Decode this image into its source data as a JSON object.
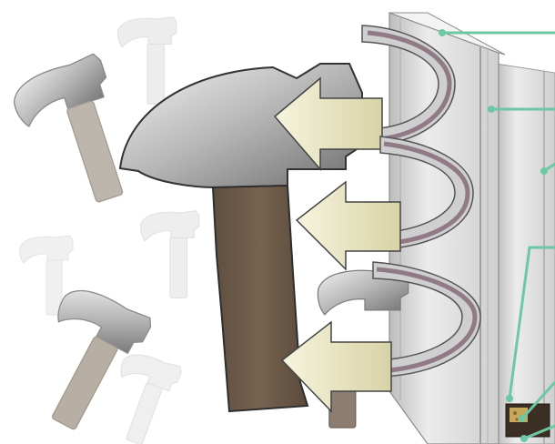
{
  "diagram": {
    "colors": {
      "background": "#ffffff",
      "callout_line": "#6cc9a3",
      "arrow_fill": "#ece8c4",
      "arrow_band": "#8f7a86",
      "arrow_inner": "#cfcfcf",
      "hammer_handle": "#6b5a4a",
      "hammer_head": "#9a9a9a",
      "glass_panel": "#dcdcdc",
      "spacer_fill": "#3a2f22"
    },
    "icons": {
      "hammer": "hammer-icon",
      "deflection_arrow": "curved-arrow-icon",
      "window_unit": "insulated-glass-window",
      "callout_marker": "callout-dot"
    },
    "callout_count": 5,
    "labels": []
  }
}
